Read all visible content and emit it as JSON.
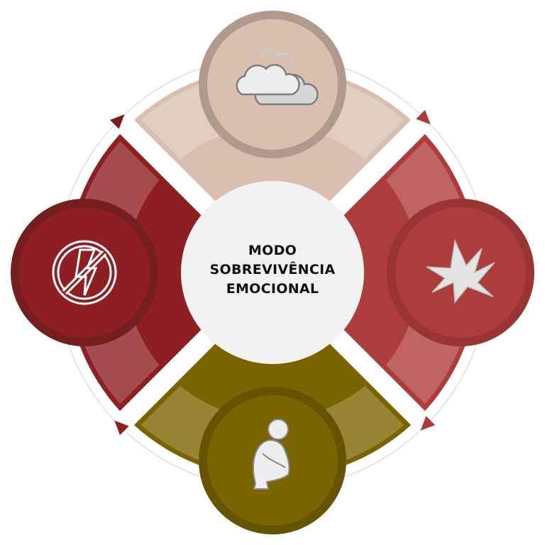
{
  "center": {
    "lines": [
      "MODO",
      "SOBREVIVÊNCIA",
      "EMOCIONAL"
    ]
  },
  "segments": [
    {
      "id": "top",
      "icon": "cloud-icon",
      "fill": "#d9bfb0",
      "band": "#e2cdc1",
      "ring": "#b09a8c"
    },
    {
      "id": "right",
      "icon": "explosion-icon",
      "fill": "#ad3c3c",
      "band": "#bf6363",
      "ring": "#993434"
    },
    {
      "id": "bottom",
      "icon": "sitting-person-icon",
      "fill": "#7a6400",
      "band": "#978434",
      "ring": "#665300"
    },
    {
      "id": "left",
      "icon": "no-lightning-icon",
      "fill": "#8e2024",
      "band": "#a64c4e",
      "ring": "#761d20"
    }
  ],
  "colors": {
    "center_fill": "#f2f2f2",
    "outer_line": "#cccccc"
  }
}
